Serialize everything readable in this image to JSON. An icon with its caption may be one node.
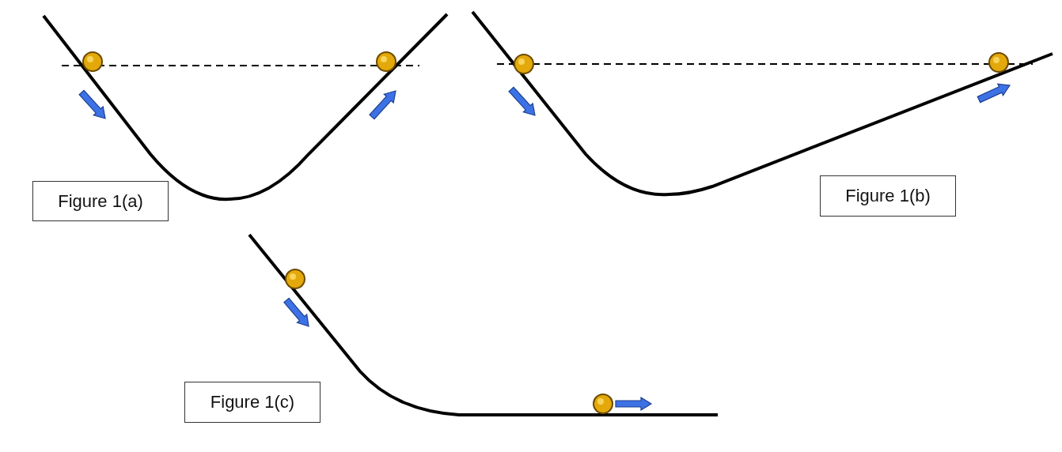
{
  "diagram": {
    "nodes": [
      {
        "text": [
          "Figure 1(a)"
        ]
      },
      {
        "text": [
          "Figure 1(b)"
        ]
      },
      {
        "text": [
          "Figure 1(c)"
        ]
      }
    ]
  }
}
